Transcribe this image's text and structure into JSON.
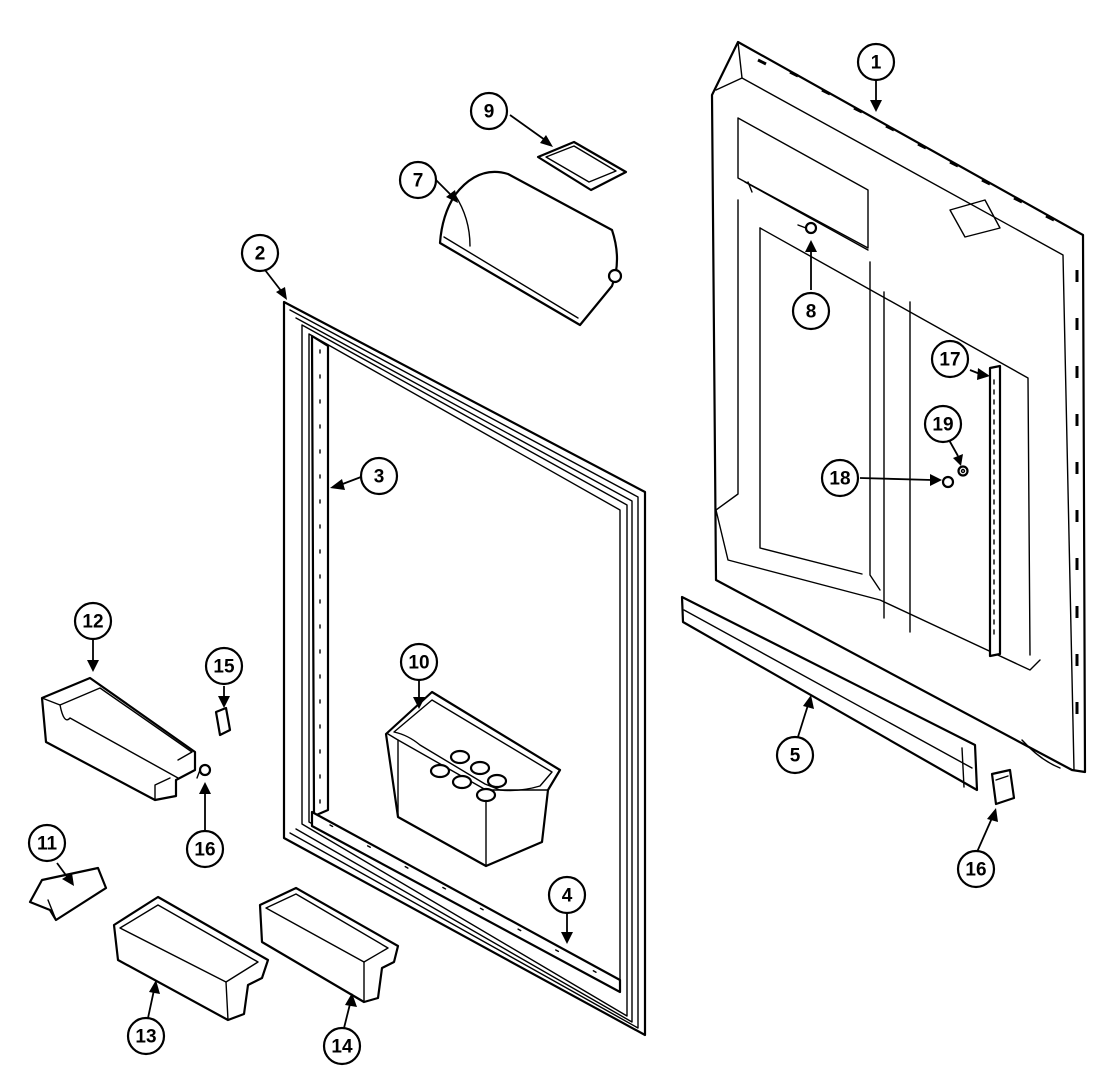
{
  "callouts": [
    {
      "id": "part-1",
      "label": "1"
    },
    {
      "id": "part-2",
      "label": "2"
    },
    {
      "id": "part-3",
      "label": "3"
    },
    {
      "id": "part-4",
      "label": "4"
    },
    {
      "id": "part-5",
      "label": "5"
    },
    {
      "id": "part-7",
      "label": "7"
    },
    {
      "id": "part-8",
      "label": "8"
    },
    {
      "id": "part-9",
      "label": "9"
    },
    {
      "id": "part-10",
      "label": "10"
    },
    {
      "id": "part-11",
      "label": "11"
    },
    {
      "id": "part-12",
      "label": "12"
    },
    {
      "id": "part-13",
      "label": "13"
    },
    {
      "id": "part-14",
      "label": "14"
    },
    {
      "id": "part-15",
      "label": "15"
    },
    {
      "id": "part-16a",
      "label": "16"
    },
    {
      "id": "part-16b",
      "label": "16"
    },
    {
      "id": "part-17",
      "label": "17"
    },
    {
      "id": "part-18",
      "label": "18"
    },
    {
      "id": "part-19",
      "label": "19"
    }
  ],
  "colors": {
    "line": "#000000",
    "background": "#ffffff"
  }
}
